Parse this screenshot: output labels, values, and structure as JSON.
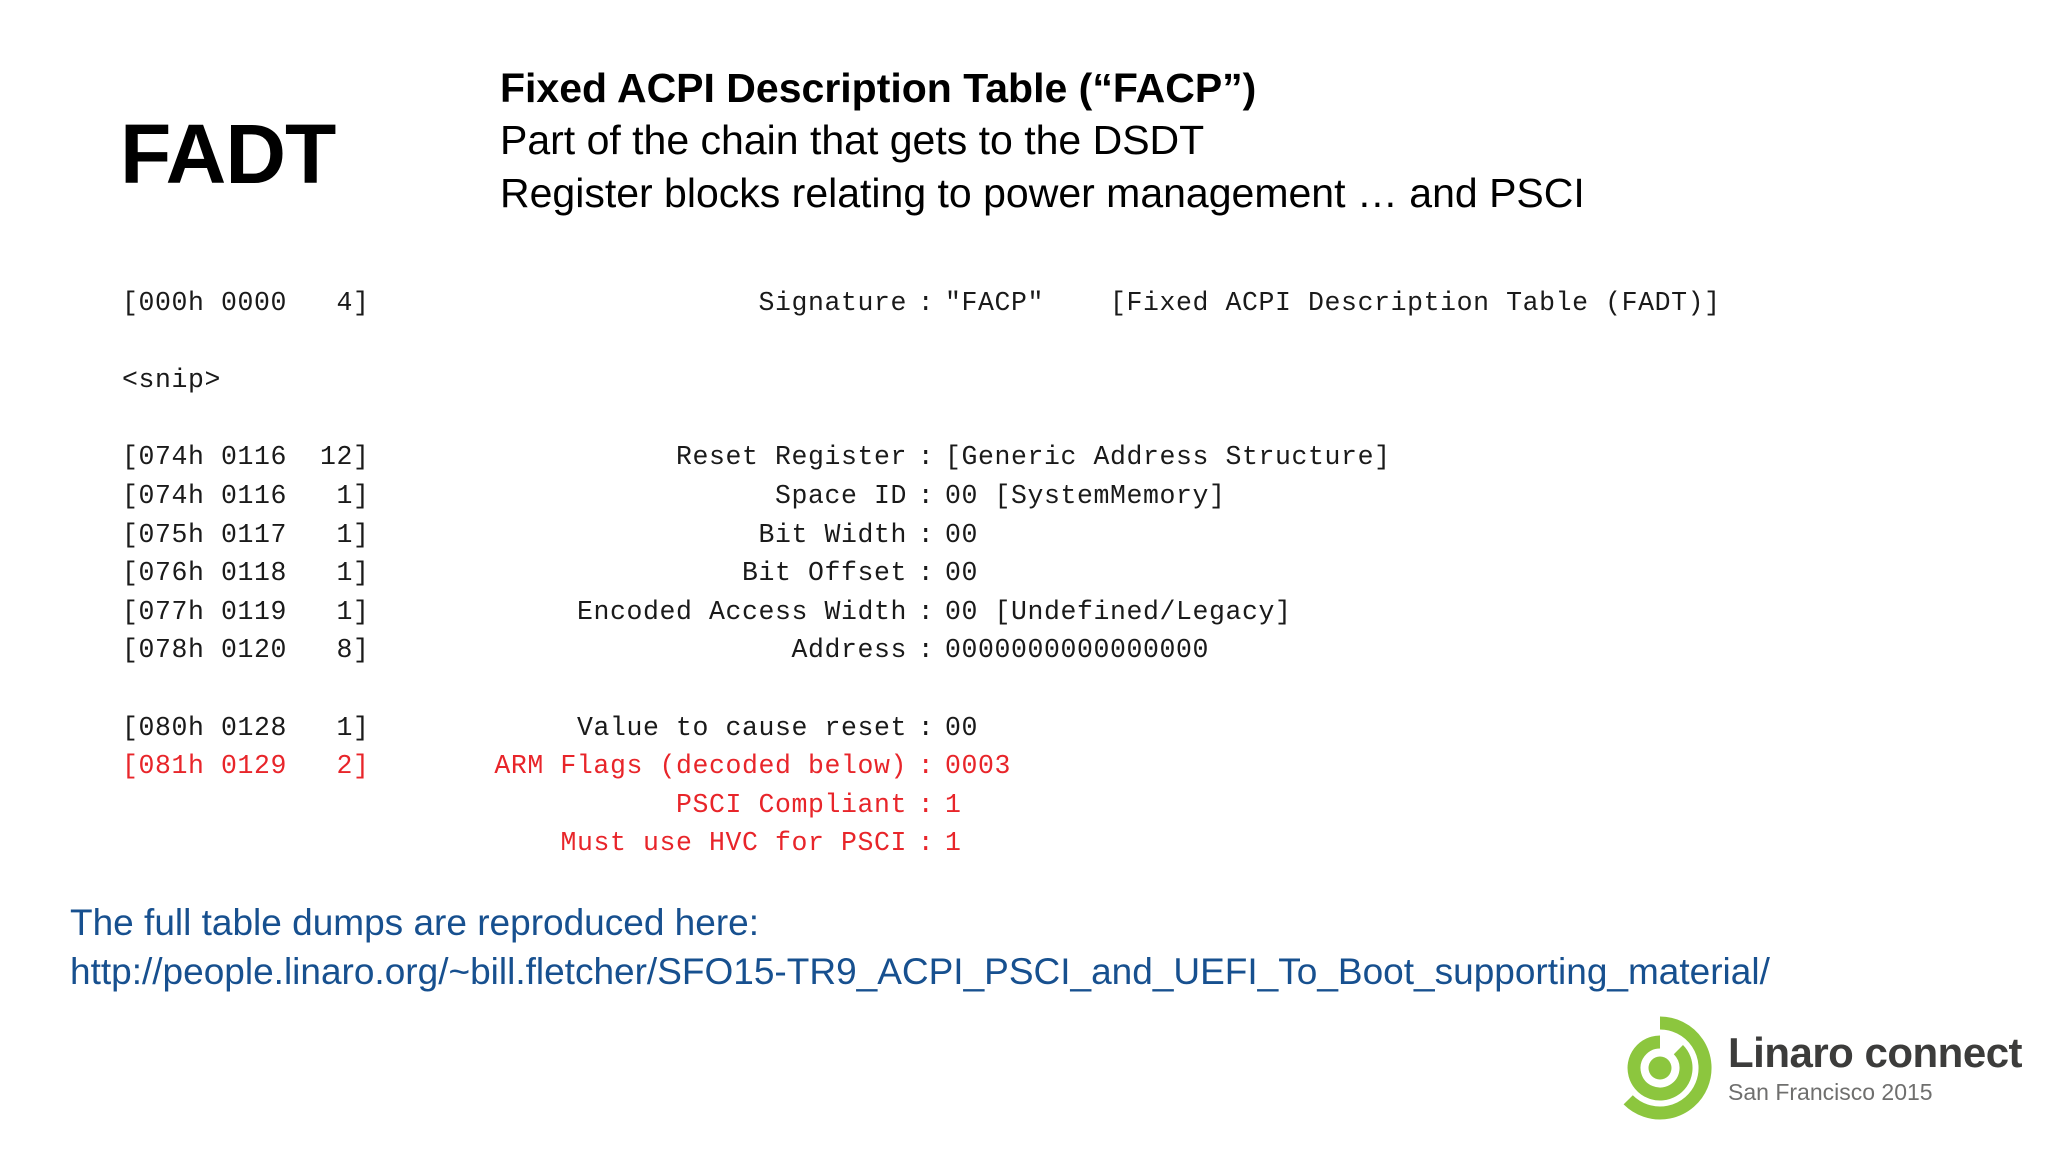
{
  "slide": {
    "title": "FADT",
    "headline_1": "Fixed ACPI Description Table (“FACP”)",
    "headline_2": "Part of the chain that gets to the DSDT",
    "headline_3": "Register blocks relating to power management … and PSCI"
  },
  "colors": {
    "text": "#000000",
    "code": "#1a1a1a",
    "highlight_red": "#e8252a",
    "link_blue": "#17508f",
    "logo_green": "#8cc63e",
    "logo_dark": "#3c3c3b"
  },
  "table_dump": {
    "rows": [
      {
        "type": "field",
        "offsets": "[000h 0000   4]",
        "label": "Signature",
        "sep": ":",
        "value": "\"FACP\"    [Fixed ACPI Description Table (FADT)]",
        "highlight": false
      },
      {
        "type": "blank",
        "highlight": false
      },
      {
        "type": "plain",
        "offsets": "<snip>",
        "highlight": false
      },
      {
        "type": "blank",
        "highlight": false
      },
      {
        "type": "field",
        "offsets": "[074h 0116  12]",
        "label": "Reset Register",
        "sep": ":",
        "value": "[Generic Address Structure]",
        "highlight": false
      },
      {
        "type": "field",
        "offsets": "[074h 0116   1]",
        "label": "Space ID",
        "sep": ":",
        "value": "00 [SystemMemory]",
        "highlight": false
      },
      {
        "type": "field",
        "offsets": "[075h 0117   1]",
        "label": "Bit Width",
        "sep": ":",
        "value": "00",
        "highlight": false
      },
      {
        "type": "field",
        "offsets": "[076h 0118   1]",
        "label": "Bit Offset",
        "sep": ":",
        "value": "00",
        "highlight": false
      },
      {
        "type": "field",
        "offsets": "[077h 0119   1]",
        "label": "Encoded Access Width",
        "sep": ":",
        "value": "00 [Undefined/Legacy]",
        "highlight": false
      },
      {
        "type": "field",
        "offsets": "[078h 0120   8]",
        "label": "Address",
        "sep": ":",
        "value": "0000000000000000",
        "highlight": false
      },
      {
        "type": "blank",
        "highlight": false
      },
      {
        "type": "field",
        "offsets": "[080h 0128   1]",
        "label": "Value to cause reset",
        "sep": ":",
        "value": "00",
        "highlight": false
      },
      {
        "type": "field",
        "offsets": "[081h 0129   2]",
        "label": "ARM Flags (decoded below)",
        "sep": ":",
        "value": "0003",
        "highlight": true
      },
      {
        "type": "field",
        "offsets": "",
        "label": "PSCI Compliant",
        "sep": ":",
        "value": "1",
        "highlight": true
      },
      {
        "type": "field",
        "offsets": "",
        "label": "Must use HVC for PSCI",
        "sep": ":",
        "value": "1",
        "highlight": true
      }
    ]
  },
  "footer": {
    "lead": "The full table dumps are reproduced here:",
    "url": "http://people.linaro.org/~bill.fletcher/SFO15-TR9_ACPI_PSCI_and_UEFI_To_Boot_supporting_material/"
  },
  "brand": {
    "name": "Linaro connect",
    "subtitle": "San Francisco 2015",
    "mark": "linaro-concentric-rings-icon"
  }
}
